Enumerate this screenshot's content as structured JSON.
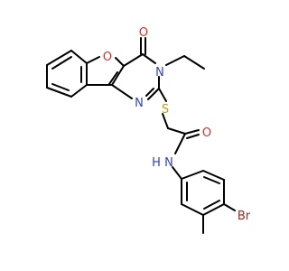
{
  "molecule": {
    "atoms": {
      "o_furan": {
        "label": "O",
        "color": "#e8282a"
      },
      "o_ketone": {
        "label": "O",
        "color": "#e8282a"
      },
      "o_amide": {
        "label": "O",
        "color": "#e8282a"
      },
      "n3": {
        "label": "N",
        "color": "#2f3fd8"
      },
      "n1": {
        "label": "N",
        "color": "#2f3fd8"
      },
      "s": {
        "label": "S",
        "color": "#c9a000"
      },
      "nh": {
        "label": "N",
        "color": "#2f3fd8"
      },
      "h": {
        "label": "H",
        "color": "#2f3fd8"
      },
      "br": {
        "label": "Br",
        "color": "#a5261e"
      }
    },
    "bond_color": "#000000"
  }
}
